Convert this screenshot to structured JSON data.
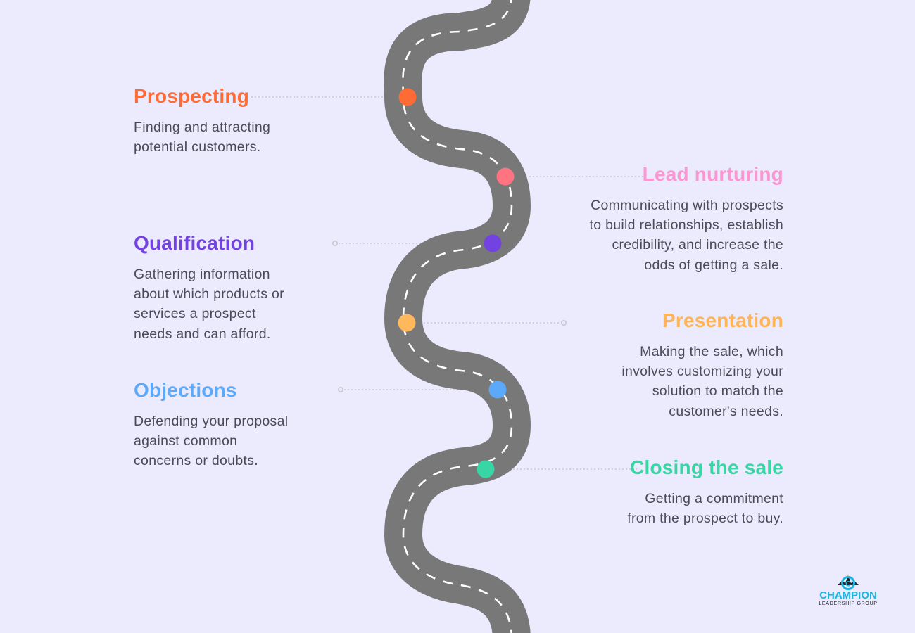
{
  "steps": [
    {
      "id": "prospecting",
      "title": "Prospecting",
      "color": "#ff6b35",
      "lines": [
        "Finding and attracting",
        "potential customers."
      ]
    },
    {
      "id": "lead-nurturing",
      "title": "Lead nurturing",
      "color": "#fb96d2",
      "lines": [
        "Communicating with prospects",
        "to build relationships, establish",
        "credibility, and increase the",
        "odds of getting a sale."
      ]
    },
    {
      "id": "qualification",
      "title": "Qualification",
      "color": "#7243e0",
      "lines": [
        "Gathering information",
        "about which products or",
        "services a prospect",
        "needs and can afford."
      ]
    },
    {
      "id": "presentation",
      "title": "Presentation",
      "color": "#ffb456",
      "lines": [
        "Making the sale, which",
        "involves customizing your",
        "solution to match the",
        "customer's needs."
      ]
    },
    {
      "id": "objections",
      "title": "Objections",
      "color": "#5ca9fa",
      "lines": [
        "Defending your proposal",
        "against common",
        "concerns or doubts."
      ]
    },
    {
      "id": "closing",
      "title": "Closing the sale",
      "color": "#39d6a5",
      "lines": [
        "Getting a commitment",
        "from the prospect to buy."
      ]
    }
  ],
  "markers": [
    {
      "step": "prospecting",
      "color": "#ff6b35"
    },
    {
      "step": "lead-nurturing",
      "color": "#ff7480"
    },
    {
      "step": "qualification",
      "color": "#7243e0"
    },
    {
      "step": "presentation",
      "color": "#ffb85c"
    },
    {
      "step": "objections",
      "color": "#5ca9fa"
    },
    {
      "step": "closing",
      "color": "#39d6a5"
    }
  ],
  "road": {
    "asphalt": "#787878",
    "dash": "#ffffff",
    "connector": "#c8c8d2"
  },
  "logo": {
    "name": "CHAMPION",
    "tagline": "LEADERSHIP GROUP",
    "color": "#19b6df"
  }
}
